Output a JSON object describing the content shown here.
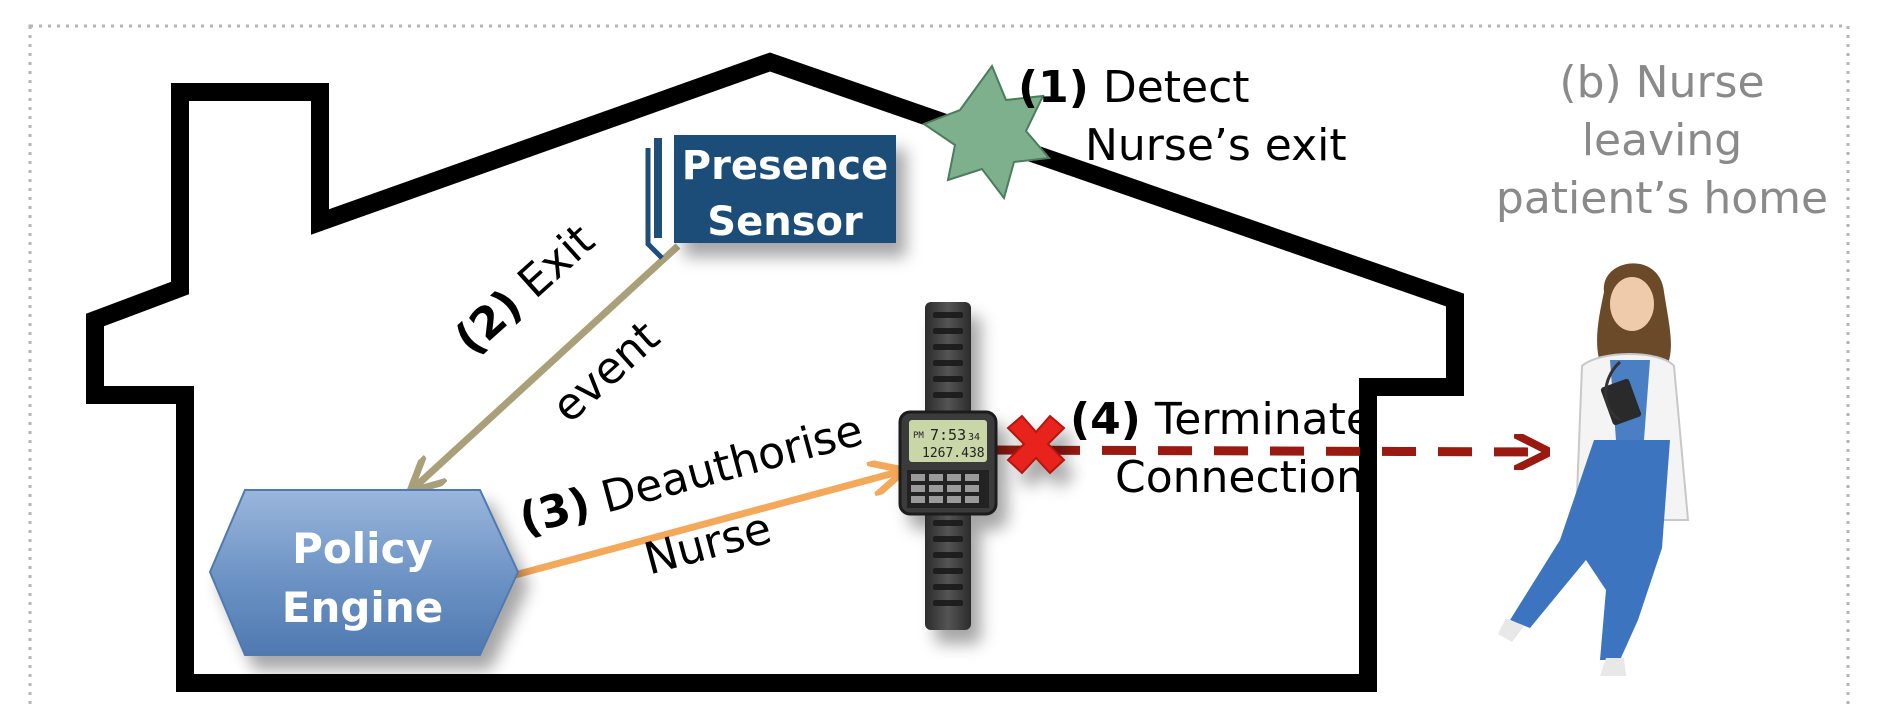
{
  "caption": {
    "line1": "(b) Nurse leaving",
    "line2": "patient’s home"
  },
  "presence_sensor": {
    "line1": "Presence",
    "line2": "Sensor"
  },
  "policy_engine": {
    "line1": "Policy",
    "line2": "Engine"
  },
  "watch_display": {
    "top": "7:53",
    "sec": "34",
    "small": "PM",
    "bottom": "1267.438"
  },
  "steps": [
    {
      "num": "(1)",
      "text1": "Detect",
      "text2": "Nurse’s exit"
    },
    {
      "num": "(2)",
      "text1": "Exit",
      "text2": "event"
    },
    {
      "num": "(3)",
      "text1": "Deauthorise",
      "text2": "Nurse"
    },
    {
      "num": "(4)",
      "text1": "Terminate",
      "text2": "Connection"
    }
  ],
  "colors": {
    "house_outline": "#000000",
    "sensor_box": "#1f4e79",
    "policy_engine": "#6f95c6",
    "star": "#7fb08e",
    "arrow_exit_event": "#a9a07a",
    "arrow_deauthorise": "#f4a85a",
    "arrow_terminate": "#9a1a12",
    "cross": "#e8231c",
    "caption": "#8a8a8a"
  }
}
